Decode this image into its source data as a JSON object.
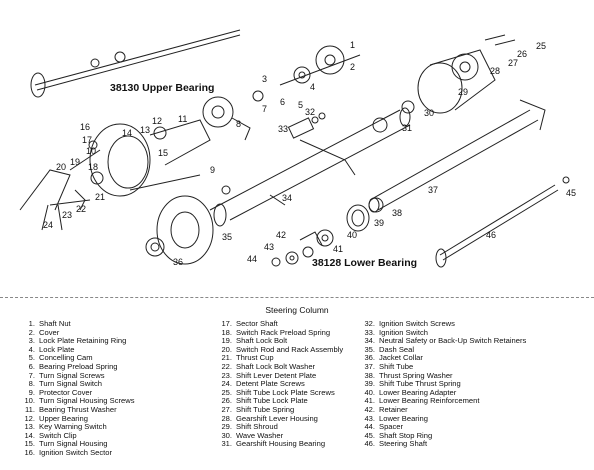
{
  "labels": {
    "upper_bearing": "38130 Upper Bearing",
    "lower_bearing": "38128 Lower Bearing"
  },
  "callouts": [
    "1",
    "2",
    "3",
    "4",
    "5",
    "6",
    "7",
    "8",
    "9",
    "10",
    "11",
    "12",
    "13",
    "14",
    "15",
    "16",
    "17",
    "18",
    "19",
    "20",
    "21",
    "22",
    "23",
    "24",
    "25",
    "26",
    "27",
    "28",
    "29",
    "30",
    "31",
    "32",
    "33",
    "34",
    "35",
    "36",
    "37",
    "38",
    "39",
    "40",
    "41",
    "42",
    "43",
    "44",
    "45",
    "46"
  ],
  "legend": {
    "title": "Steering Column",
    "columns": [
      [
        {
          "num": "1.",
          "text": "Shaft Nut"
        },
        {
          "num": "2.",
          "text": "Cover"
        },
        {
          "num": "3.",
          "text": "Lock Plate Retaining Ring"
        },
        {
          "num": "4.",
          "text": "Lock Plate"
        },
        {
          "num": "5.",
          "text": "Concelling Cam"
        },
        {
          "num": "6.",
          "text": "Bearing Preload Spring"
        },
        {
          "num": "7.",
          "text": "Turn Signal Screws"
        },
        {
          "num": "8.",
          "text": "Turn Signal Switch"
        },
        {
          "num": "9.",
          "text": "Protector Cover"
        },
        {
          "num": "10.",
          "text": "Turn Signal Housing Screws"
        },
        {
          "num": "11.",
          "text": "Bearing Thrust Washer"
        },
        {
          "num": "12.",
          "text": "Upper Bearing"
        },
        {
          "num": "13.",
          "text": "Key Warning Switch"
        },
        {
          "num": "14.",
          "text": "Switch Clip"
        },
        {
          "num": "15.",
          "text": "Turn Signal Housing"
        },
        {
          "num": "16.",
          "text": "Ignition Switch Sector"
        }
      ],
      [
        {
          "num": "17.",
          "text": "Sector Shaft"
        },
        {
          "num": "18.",
          "text": "Switch Rack Preload Spring"
        },
        {
          "num": "19.",
          "text": "Shaft Lock Bolt"
        },
        {
          "num": "20.",
          "text": "Switch Rod and Rack Assembly"
        },
        {
          "num": "21.",
          "text": "Thrust Cup"
        },
        {
          "num": "22.",
          "text": "Shaft Lock Bolt Washer"
        },
        {
          "num": "23.",
          "text": "Shift Lever Detent Plate"
        },
        {
          "num": "24.",
          "text": "Detent Plate Screws"
        },
        {
          "num": "25.",
          "text": "Shift Tube Lock Plate Screws"
        },
        {
          "num": "26.",
          "text": "Shift Tube Lock Plate"
        },
        {
          "num": "27.",
          "text": "Shift Tube Spring"
        },
        {
          "num": "28.",
          "text": "Gearshift Lever Housing"
        },
        {
          "num": "29.",
          "text": "Shift Shroud"
        },
        {
          "num": "30.",
          "text": "Wave Washer"
        },
        {
          "num": "31.",
          "text": "Gearshift Housing Bearing"
        }
      ],
      [
        {
          "num": "32.",
          "text": "Ignition Switch Screws"
        },
        {
          "num": "33.",
          "text": "Ignition Switch"
        },
        {
          "num": "34.",
          "text": "Neutral Safety or Back-Up Switch Retainers"
        },
        {
          "num": "35.",
          "text": "Dash Seal"
        },
        {
          "num": "36.",
          "text": "Jacket Collar"
        },
        {
          "num": "37.",
          "text": "Shift Tube"
        },
        {
          "num": "38.",
          "text": "Thrust Spring Washer"
        },
        {
          "num": "39.",
          "text": "Shift Tube Thrust Spring"
        },
        {
          "num": "40.",
          "text": "Lower Bearing Adapter"
        },
        {
          "num": "41.",
          "text": "Lower Bearing Reinforcement"
        },
        {
          "num": "42.",
          "text": "Retainer"
        },
        {
          "num": "43.",
          "text": "Lower Bearing"
        },
        {
          "num": "44.",
          "text": "Spacer"
        },
        {
          "num": "45.",
          "text": "Shaft Stop Ring"
        },
        {
          "num": "46.",
          "text": "Steering Shaft"
        }
      ]
    ]
  }
}
